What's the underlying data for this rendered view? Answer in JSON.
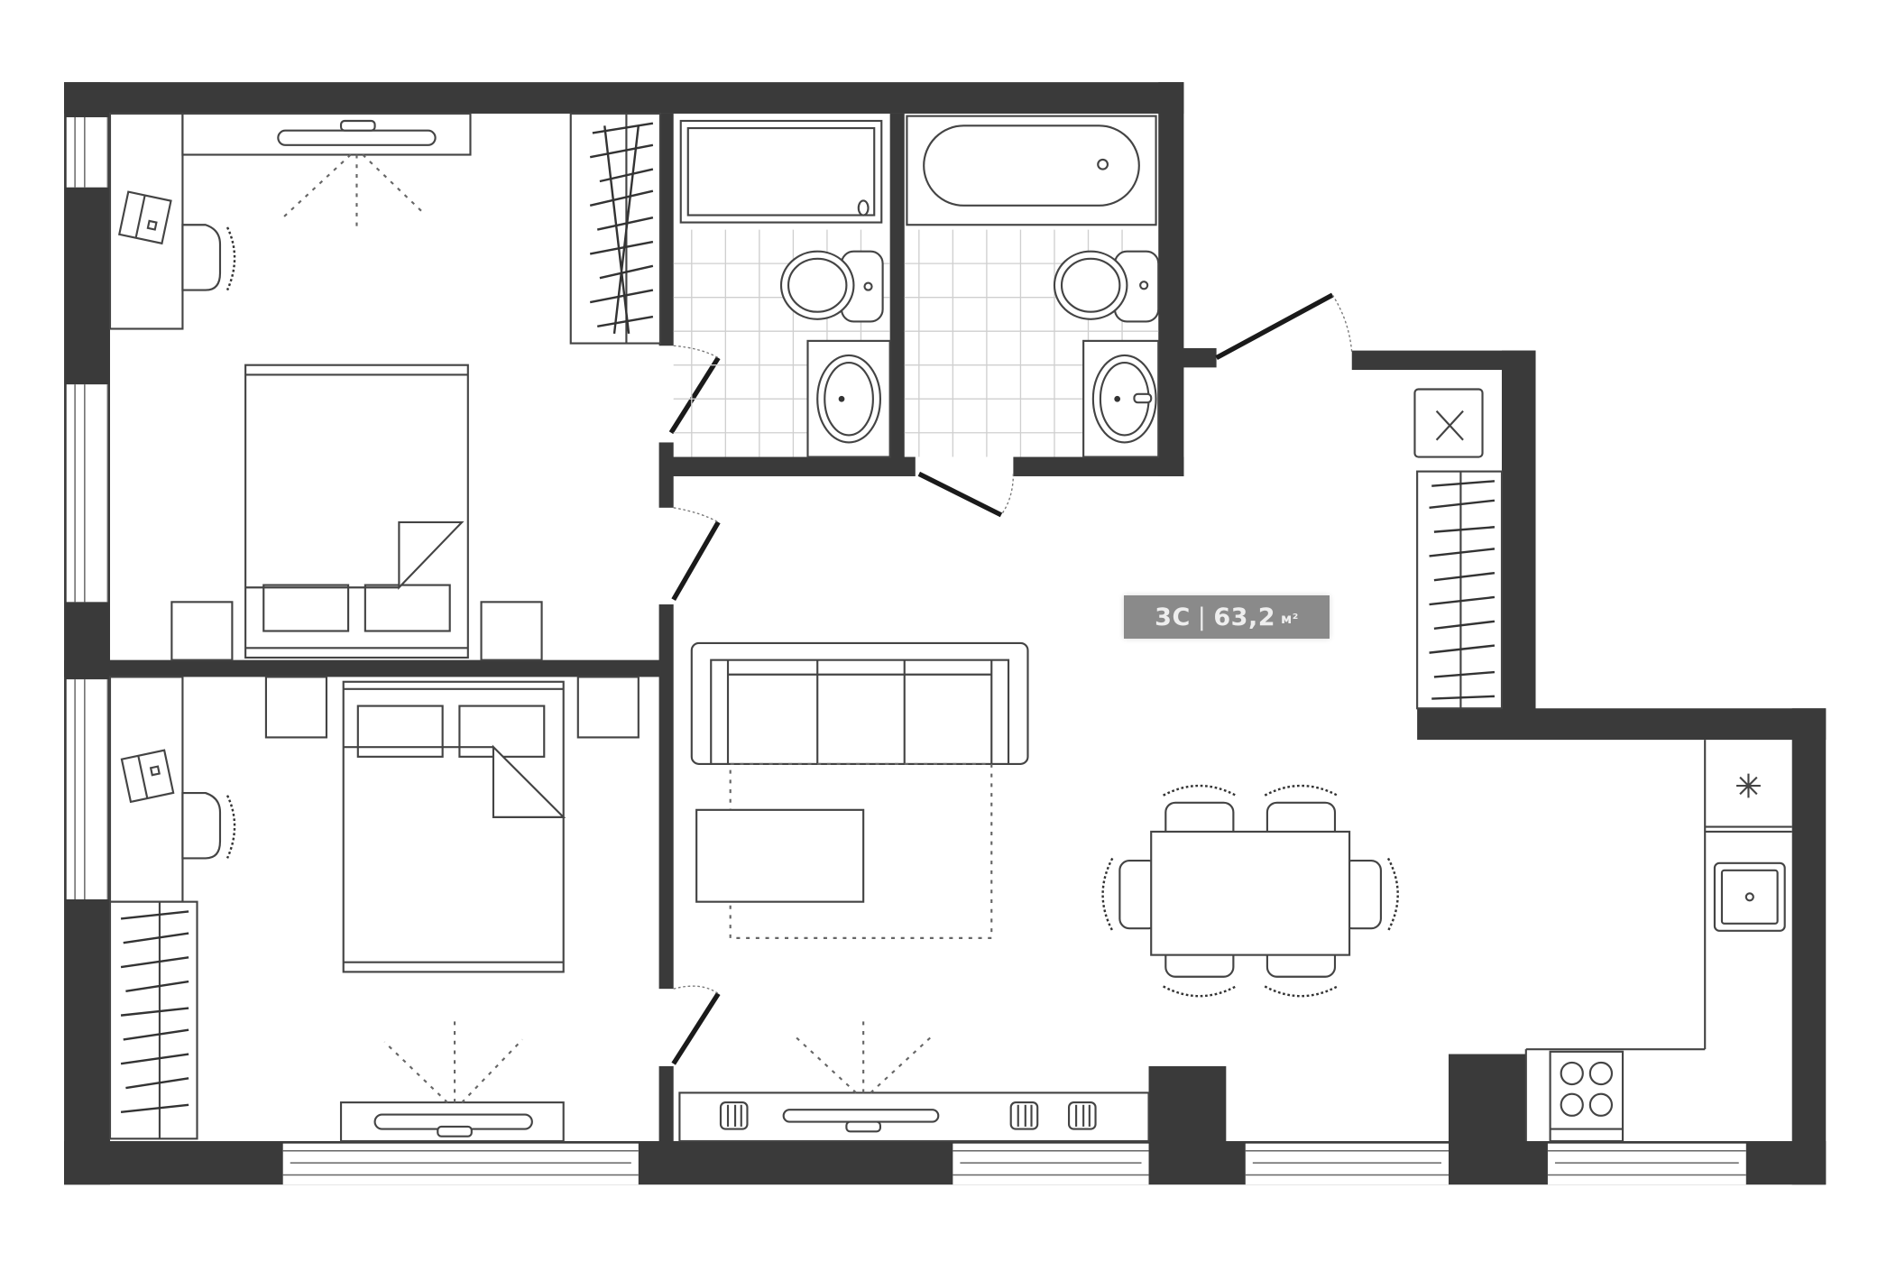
{
  "plan": {
    "type": "apartment-floor-plan",
    "unit_label": {
      "code": "3С",
      "separator": "|",
      "area": "63,2",
      "unit": "м²"
    },
    "rooms": [
      {
        "name": "bedroom-1",
        "furniture": [
          "double-bed",
          "nightstand",
          "nightstand",
          "desk",
          "chair",
          "laptop",
          "tv-wall",
          "wardrobe"
        ]
      },
      {
        "name": "bedroom-2",
        "furniture": [
          "double-bed",
          "nightstand",
          "nightstand",
          "desk",
          "chair",
          "laptop",
          "tv-wall",
          "wardrobe"
        ]
      },
      {
        "name": "shower-room",
        "fixtures": [
          "shower-tray",
          "toilet",
          "washbasin"
        ]
      },
      {
        "name": "bathroom",
        "fixtures": [
          "bathtub",
          "toilet",
          "washbasin"
        ]
      },
      {
        "name": "living-kitchen",
        "furniture": [
          "sofa",
          "coffee-table",
          "rug",
          "tv-wall",
          "radiators",
          "dining-table",
          "dining-chairs-6",
          "hallway-wardrobe",
          "boiler-cabinet",
          "fridge",
          "sink",
          "cooktop"
        ]
      }
    ],
    "colors": {
      "wall": "#3a3a3a",
      "line": "#444444",
      "tile": "#cfcfcf",
      "label_bg": "#8a8a8a",
      "label_text": "#eeeeee"
    }
  }
}
